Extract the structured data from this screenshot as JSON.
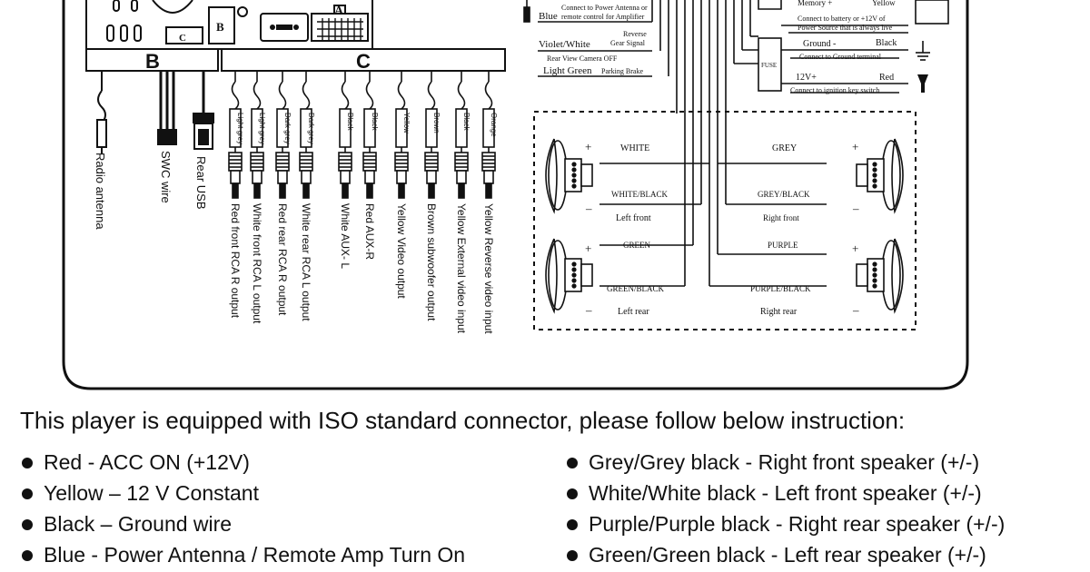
{
  "connectors": {
    "b": "B",
    "c": "C",
    "a": "A",
    "small_c": "C",
    "small_b": "B"
  },
  "left_wires": [
    {
      "cap": "",
      "label": "Radio antenna"
    },
    {
      "cap": "",
      "label": "SWC wire"
    },
    {
      "cap": "",
      "label": "Rear USB"
    }
  ],
  "rca_wires": [
    {
      "cap": "Light grey",
      "label": "Red front RCA R output"
    },
    {
      "cap": "Light grey",
      "label": "White front RCA L output"
    },
    {
      "cap": "Dark grey",
      "label": "Red rear RCA R output"
    },
    {
      "cap": "Dark grey",
      "label": "White rear RCA L output"
    },
    {
      "cap": "Black",
      "label": "White   AUX- L"
    },
    {
      "cap": "Black",
      "label": "Red     AUX-R"
    },
    {
      "cap": "Yellow",
      "label": "Yellow Video output"
    },
    {
      "cap": "Brown",
      "label": "Brown subwoofer output"
    },
    {
      "cap": "Black",
      "label": "Yellow External video input"
    },
    {
      "cap": "Orange",
      "label": "Yellow Reverse video input"
    }
  ],
  "harness": {
    "blue_color": "Blue",
    "blue_desc_1": "Connect to Power Antenna or",
    "blue_desc_2": "remote control for Amplifier",
    "violet_color": "Violet/White",
    "violet_desc_1": "Reverse",
    "violet_desc_2": "Gear Signal",
    "rear_camera": "Rear View Camera OFF",
    "lightgreen_color": "Light Green",
    "lightgreen_desc": "Parking Brake",
    "memory_label": "Memory +",
    "yellow_label": "Yellow",
    "battery_desc_1": "Connect to battery or +12V of",
    "battery_desc_2": "Power Source that is always live",
    "ground_label": "Ground -",
    "black_label": "Black",
    "ground_desc": "Connect to Ground terminal",
    "fuse_label": "FUSE",
    "acc_label": "12V+",
    "red_label": "Red",
    "acc_desc": "Connect to ignition key switch"
  },
  "speakers": {
    "white": "WHITE",
    "white_black": "WHITE/BLACK",
    "left_front": "Left front",
    "green": "GREEN",
    "green_black": "GREEN/BLACK",
    "left_rear": "Left rear",
    "grey": "GREY",
    "grey_black": "GREY/BLACK",
    "right_front": "Right front",
    "purple": "PURPLE",
    "purple_black": "PURPLE/BLACK",
    "right_rear": "Right rear",
    "plus": "+",
    "minus": "–"
  },
  "instruction": "This player is equipped with ISO standard connector, please follow below instruction:",
  "left_list": [
    "Red - ACC ON (+12V)",
    "Yellow – 12 V Constant",
    "Black – Ground wire",
    "Blue - Power Antenna / Remote Amp Turn On"
  ],
  "right_list": [
    "Grey/Grey black - Right front speaker (+/-)",
    "White/White black - Left front speaker (+/-)",
    "Purple/Purple black - Right rear speaker (+/-)",
    "Green/Green black - Left rear speaker (+/-)"
  ]
}
